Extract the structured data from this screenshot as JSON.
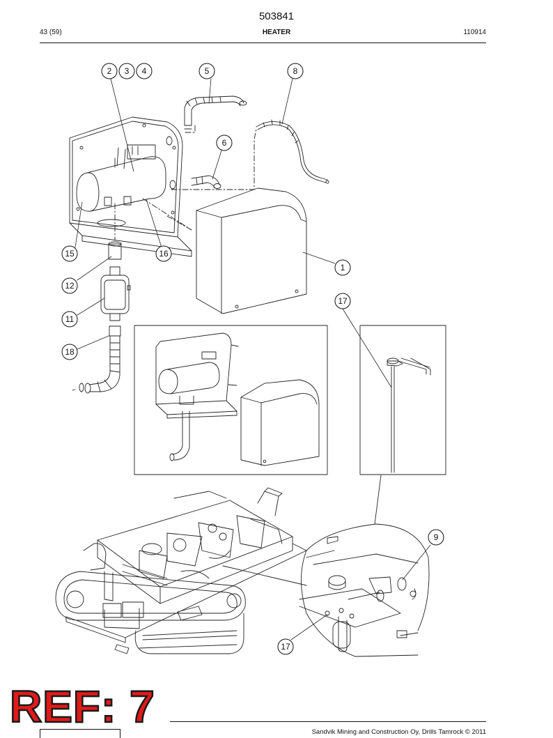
{
  "header": {
    "doc_number": "503841",
    "page_info": "43 (59)",
    "section_title": "HEATER",
    "date_code": "110914"
  },
  "callouts": [
    {
      "label": "2"
    },
    {
      "label": "3"
    },
    {
      "label": "4"
    },
    {
      "label": "5"
    },
    {
      "label": "8"
    },
    {
      "label": "6"
    },
    {
      "label": "15"
    },
    {
      "label": "16"
    },
    {
      "label": "1"
    },
    {
      "label": "12"
    },
    {
      "label": "17"
    },
    {
      "label": "11"
    },
    {
      "label": "18"
    },
    {
      "label": "9"
    },
    {
      "label": "17"
    }
  ],
  "stamp": {
    "text": "REF: 7"
  },
  "footer": {
    "copyright": "Sandvik Mining and Construction Oy, Drills Tamrock © 2011"
  },
  "colors": {
    "stamp_fill": "#e01a1a",
    "line": "#111111"
  }
}
